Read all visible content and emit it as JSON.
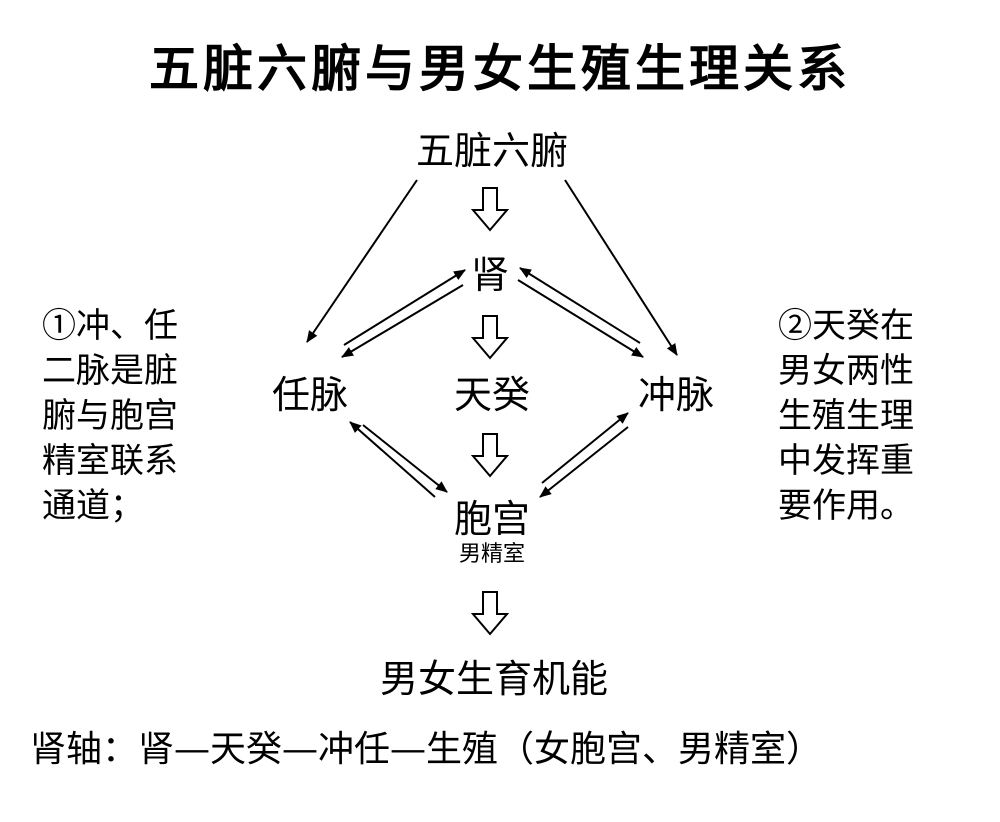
{
  "title": "五脏六腑与男女生殖生理关系",
  "nodes": {
    "top": "五脏六腑",
    "kidney": "肾",
    "ren": "任脉",
    "tiangui": "天癸",
    "chong": "冲脉",
    "uterus": "胞宫",
    "uterus_sub": "男精室",
    "result": "男女生育机能"
  },
  "notes": {
    "left": [
      "①冲、任",
      "二脉是脏",
      "腑与胞宫",
      "精室联系",
      "通道；"
    ],
    "right": [
      "②天癸在",
      "男女两性",
      "生殖生理",
      "中发挥重",
      "要作用。"
    ]
  },
  "footer": "肾轴：肾—天癸—冲任—生殖（女胞宫、男精室）"
}
